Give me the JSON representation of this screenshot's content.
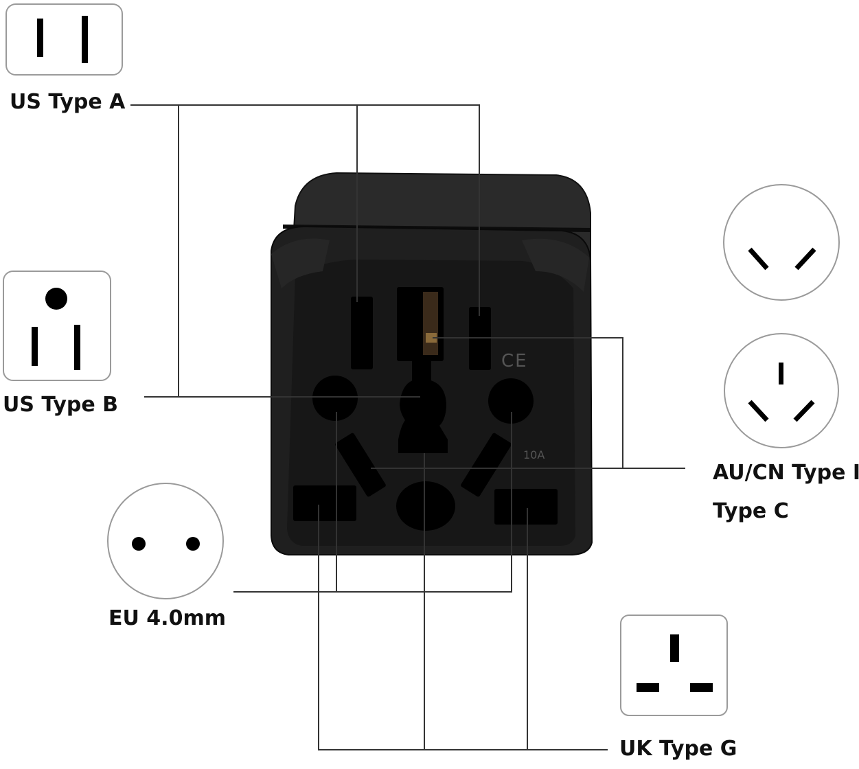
{
  "labels": {
    "us_type_a": "US Type A",
    "us_type_b": "US Type B",
    "au_cn_type_i": "AU/CN Type I",
    "type_c": "Type C",
    "eu_4mm": "EU 4.0mm",
    "uk_type_g": "UK Type G"
  },
  "markings": {
    "ce": "CE",
    "rating": "10A"
  },
  "colors": {
    "adapter_body": "#1c1c1c",
    "adapter_face": "#151515",
    "socket_hole": "#000000",
    "leader_line": "#333333",
    "icon_border": "#9a9a9a",
    "icon_pin": "#000000"
  }
}
